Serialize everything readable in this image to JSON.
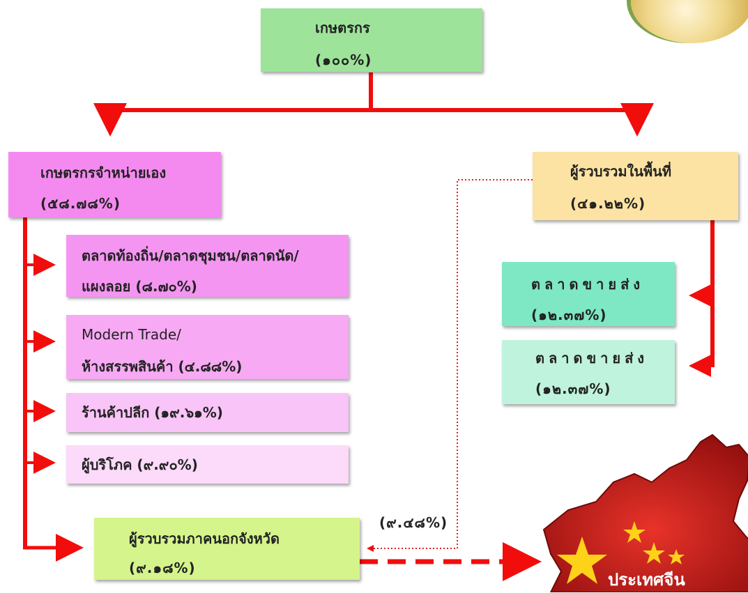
{
  "nodes": {
    "farmer": {
      "label": "เกษตรกร",
      "value": "(๑๐๐%)"
    },
    "farmer_self_sell": {
      "label": "เกษตรกรจำหน่ายเอง",
      "value": "(๕๘.๗๘%)"
    },
    "area_collector": {
      "label": "ผู้รวบรวมในพื้นที่",
      "value": "(๔๑.๒๒%)"
    },
    "local_market": {
      "line1": "ตลาดท้องถิ่น/ตลาดชุมชน/ตลาดนัด/",
      "line2": "แผงลอย (๘.๗๐%)"
    },
    "modern_trade": {
      "line1": "Modern Trade/",
      "line2": "ห้างสรรพสินค้า (๔.๘๘%)"
    },
    "retail_shop": {
      "label": "ร้านค้าปลีก (๑๙.๖๑%)"
    },
    "consumer": {
      "label": "ผู้บริโภค (๙.๙๐%)"
    },
    "outside_collector": {
      "label": "ผู้รวบรวมภาคนอกจังหวัด",
      "value": "(๙.๑๘%)"
    },
    "wholesale_1": {
      "label": "ตลาดขายส่ง",
      "value": "(๑๒.๓๗%)"
    },
    "wholesale_2": {
      "label": "ตลาดขายส่ง",
      "value": "(๑๒.๓๗%)"
    }
  },
  "annotations": {
    "dotted_flow_value": "(๙.๔๘%)"
  },
  "china": {
    "label": "ประเทศจีน"
  },
  "colors": {
    "arrow_red": "#f20d0d",
    "farmer_fill": "#9ee39a",
    "self_sell_fill": "#f48af0",
    "collector_fill": "#fde3a3",
    "wholesale1_fill": "#7ee8c4",
    "wholesale2_fill": "#bff3dd",
    "outside_fill": "#d5f58c"
  }
}
